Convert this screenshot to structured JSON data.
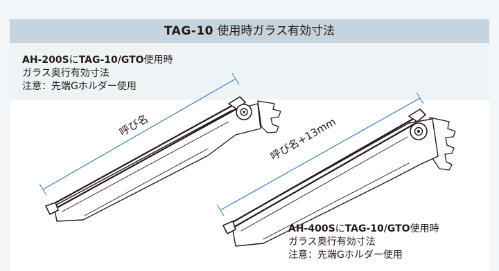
{
  "header": {
    "title_bold": "TAG-10",
    "title_rest": " 使用時ガラス有効寸法"
  },
  "note_left": {
    "bracket_model": "AH-200S",
    "joiner": "に",
    "holder_model": "TAG-10/GTO",
    "usage": "使用時",
    "line2": "ガラス奥行有効寸法",
    "line3": "注意：先端Gホルダー使用"
  },
  "note_right": {
    "bracket_model": "AH-400S",
    "joiner": "に",
    "holder_model": "TAG-10/GTO",
    "usage": "使用時",
    "line2": "ガラス奥行有効寸法",
    "line3": "注意：先端Gホルダー使用"
  },
  "dimensions": {
    "left_label": "呼び名",
    "right_label": "呼び名+13mm"
  },
  "colors": {
    "band": "#c5d4df",
    "dimension_line": "#3d7fc2",
    "outline": "#231815"
  }
}
